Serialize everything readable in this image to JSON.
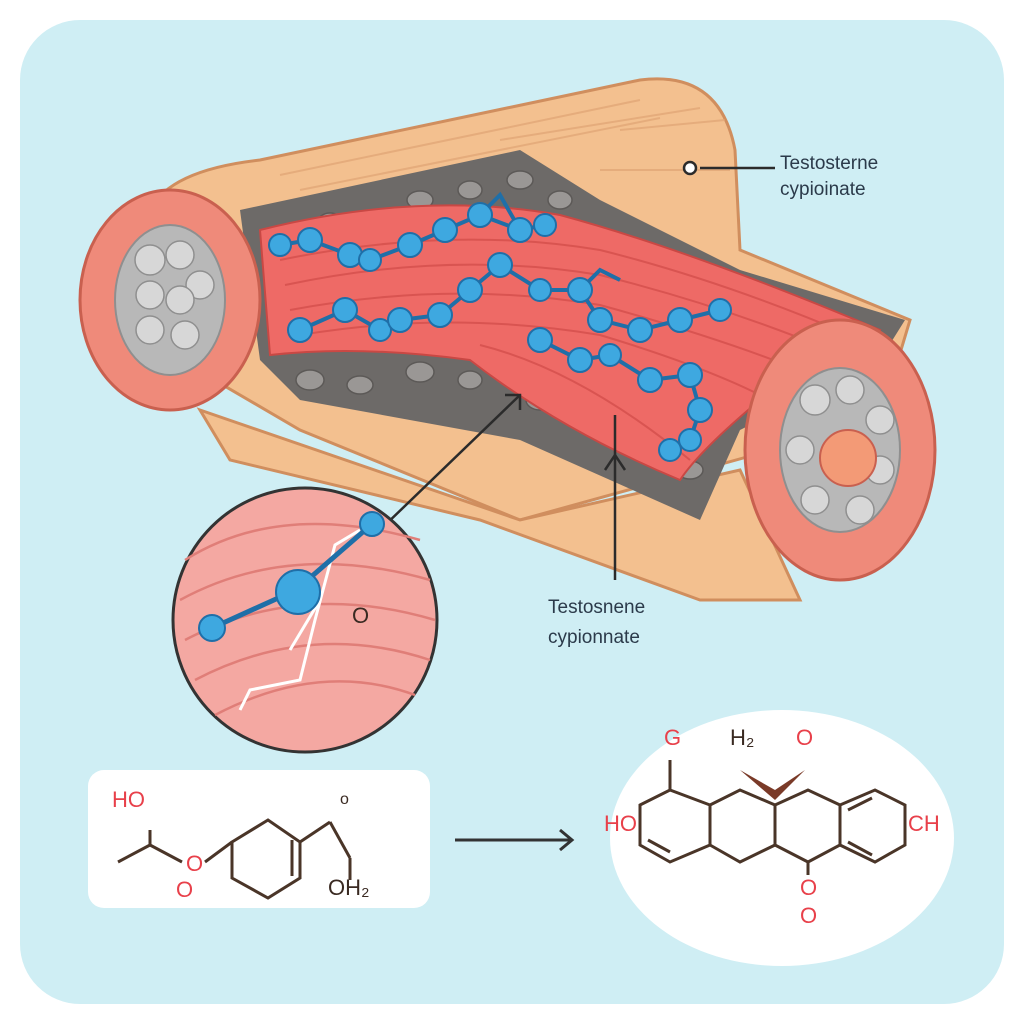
{
  "labels": {
    "top_line1": "Testosterne",
    "top_line2": "cypioinate",
    "mid_line1": "Testosnene",
    "mid_line2": "cypionnate"
  },
  "zoom": {
    "o_label": "O"
  },
  "left_formula": {
    "ho": "HO",
    "o1": "O",
    "o2": "O",
    "o_small": "o",
    "oh2": "OH₂"
  },
  "right_formula": {
    "g": "G",
    "h2": "H₂",
    "o_top": "O",
    "ho": "HO",
    "ch": "CH",
    "o_bottom1": "O",
    "o_bottom2": "O"
  },
  "colors": {
    "background": "#cfeef4",
    "muscle": "#ee6a66",
    "skin": "#f3c08f",
    "molecule": "#3ea8e0",
    "bone": "#c9c9c9",
    "chem_red": "#e8404a"
  }
}
